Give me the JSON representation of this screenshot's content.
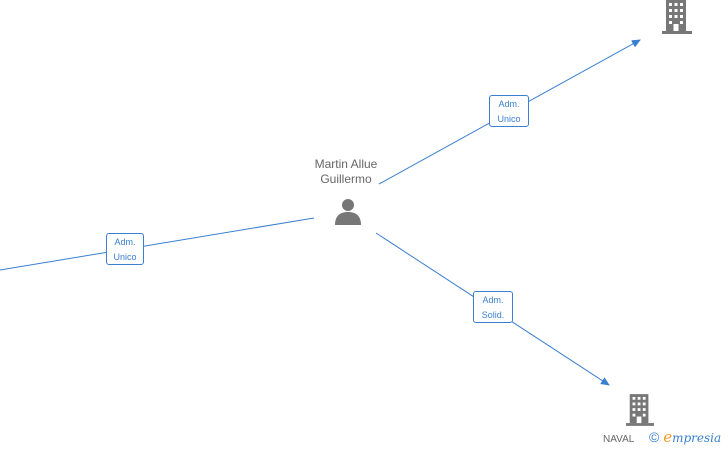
{
  "person": {
    "name_line1": "Martin Allue",
    "name_line2": "Guillermo",
    "icon": "person-icon"
  },
  "relations": [
    {
      "role_line1": "Adm.",
      "role_line2": "Unico"
    },
    {
      "role_line1": "Adm.",
      "role_line2": "Unico"
    },
    {
      "role_line1": "Adm.",
      "role_line2": "Solid."
    }
  ],
  "companies": [
    {
      "name": "",
      "icon": "building-icon"
    },
    {
      "name": "NAVAL",
      "icon": "building-icon"
    }
  ],
  "footer": {
    "copyright": "©",
    "brand_initial": "e",
    "brand_rest": "mpresia"
  },
  "colors": {
    "edge": "#3a7fd0",
    "icon": "#777777",
    "label": "#666666",
    "brand_accent": "#f59a23"
  }
}
